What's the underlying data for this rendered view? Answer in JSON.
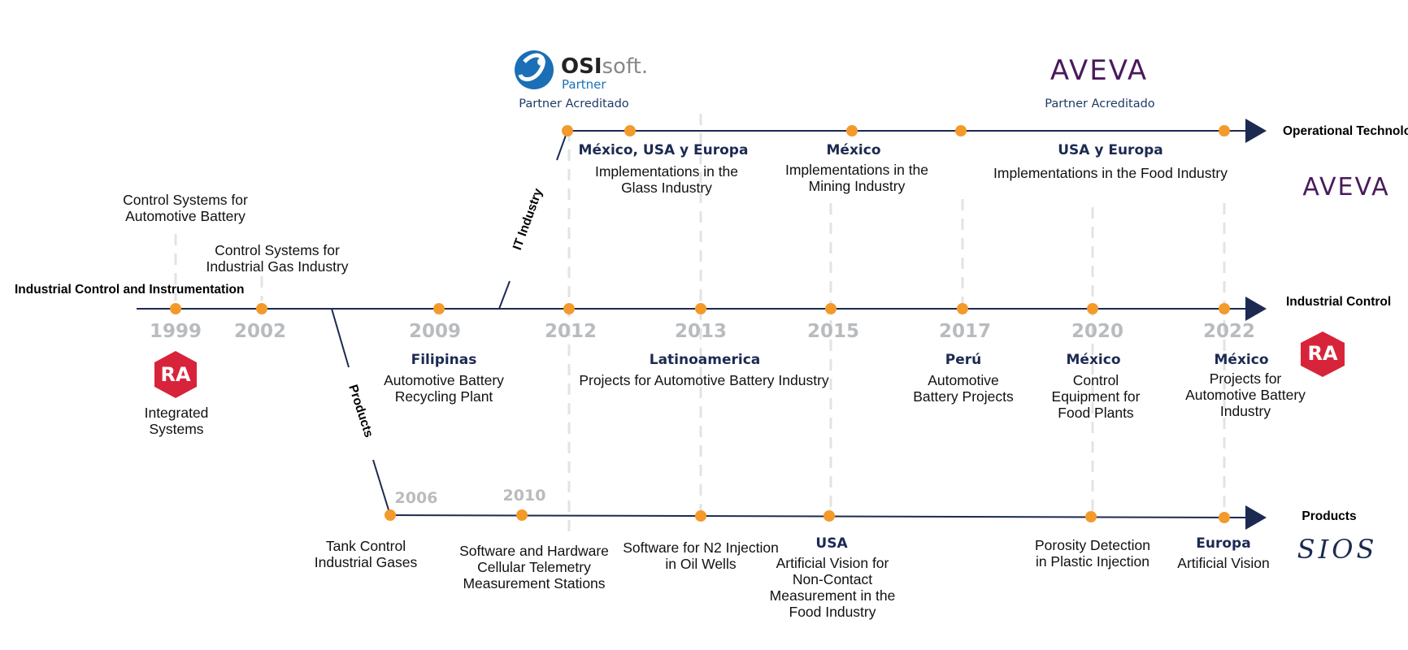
{
  "lanes": {
    "ot": "Operational Technologies",
    "ic": "Industrial Control",
    "products": "Products",
    "start": "Industrial Control and Instrumentation",
    "branch_it": "IT Industry",
    "branch_products": "Products"
  },
  "logos": {
    "osisoft_main": "OSI",
    "osisoft_suffix": "soft.",
    "osisoft_partner": "Partner",
    "osisoft_caption": "Partner Acreditado",
    "aveva_top": "AVEVA",
    "aveva_caption": "Partner Acreditado",
    "aveva_side": "AVEVA",
    "ra_left": "RA",
    "ra_right": "RA",
    "sios": "SIOS"
  },
  "ra_caption": "Integrated Systems",
  "years": {
    "y1999": "1999",
    "y2002": "2002",
    "y2009": "2009",
    "y2012": "2012",
    "y2013": "2013",
    "y2015": "2015",
    "y2017": "2017",
    "y2020": "2020",
    "y2022": "2022",
    "y2006": "2006",
    "y2010": "2010"
  },
  "ot_events": [
    {
      "region": "México, USA y Europa",
      "desc": "Implementations in the Glass Industry"
    },
    {
      "region": "México",
      "desc": "Implementations in the Mining Industry"
    },
    {
      "region": "USA y Europa",
      "desc": "Implementations in the Food Industry"
    }
  ],
  "upper_notes": {
    "n1999": "Control Systems for Automotive Battery",
    "n2002": "Control Systems for Industrial Gas Industry"
  },
  "ic_events": {
    "e2009": {
      "region": "Filipinas",
      "desc": "Automotive Battery Recycling Plant"
    },
    "e2013": {
      "region": "Latinoamerica",
      "desc": "Projects for Automotive Battery Industry"
    },
    "e2017": {
      "region": "Perú",
      "desc": "Automotive Battery Projects"
    },
    "e2020": {
      "region": "México",
      "desc": "Control Equipment for Food Plants"
    },
    "e2022": {
      "region": "México",
      "desc": "Projects for Automotive Battery Industry"
    }
  },
  "product_events": {
    "p2006": {
      "desc": "Tank Control Industrial Gases"
    },
    "p2010": {
      "desc": "Software and Hardware Cellular Telemetry Measurement Stations"
    },
    "p2013": {
      "desc": "Software for N2 Injection in Oil Wells"
    },
    "p2015": {
      "region": "USA",
      "desc": "Artificial Vision for Non-Contact Measurement in the Food Industry"
    },
    "p2020": {
      "desc": "Porosity Detection in Plastic Injection"
    },
    "p2022": {
      "region": "Europa",
      "desc": "Artificial Vision"
    }
  },
  "colors": {
    "line": "#1c2a52",
    "dot": "#f39a2b",
    "dash": "#e3e3e3",
    "year": "#b9bcbf",
    "region": "#1c2a52",
    "ra_red": "#d8243a",
    "aveva": "#4a1a5c",
    "osi_blue": "#1a6fb6"
  }
}
